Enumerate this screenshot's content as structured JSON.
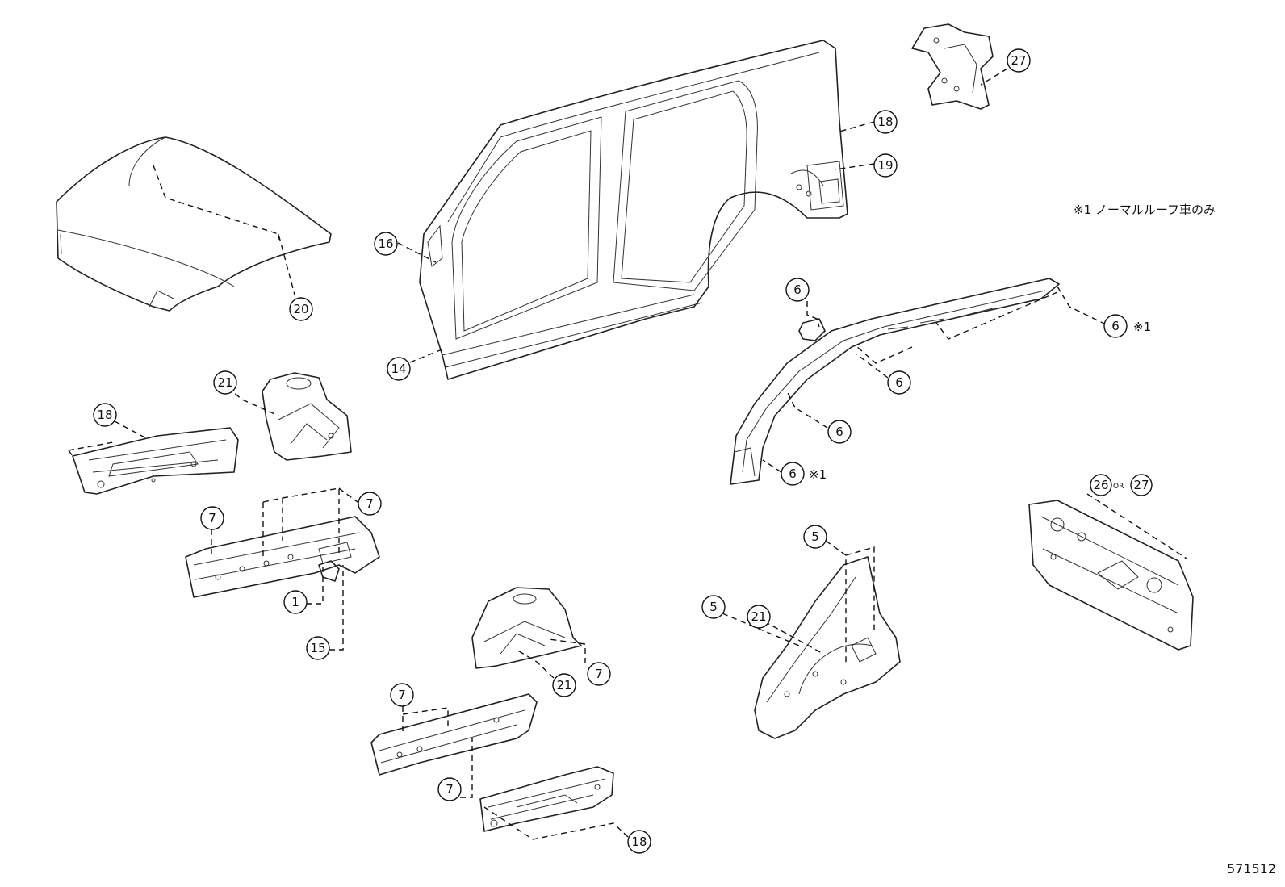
{
  "note": "※1 ノーマルルーフ車のみ",
  "diagram_id": "571512",
  "or_label": "OR",
  "callouts": {
    "c20": "20",
    "c16": "16",
    "c14": "14",
    "c18a": "18",
    "c19": "19",
    "c27a": "27",
    "c21a": "21",
    "c18b": "18",
    "c7a": "7",
    "c7b": "7",
    "c1": "1",
    "c15": "15",
    "c6a": "6",
    "c6b": "6",
    "c6c": "6",
    "c6d": "6",
    "c6e": "6",
    "c26": "26",
    "c27b": "27",
    "c5a": "5",
    "c5b": "5",
    "c21b": "21",
    "c21c": "21",
    "c7c": "7",
    "c7d": "7",
    "c7e": "7",
    "c18c": "18"
  },
  "marks": {
    "m1a": "※1",
    "m1b": "※1"
  }
}
